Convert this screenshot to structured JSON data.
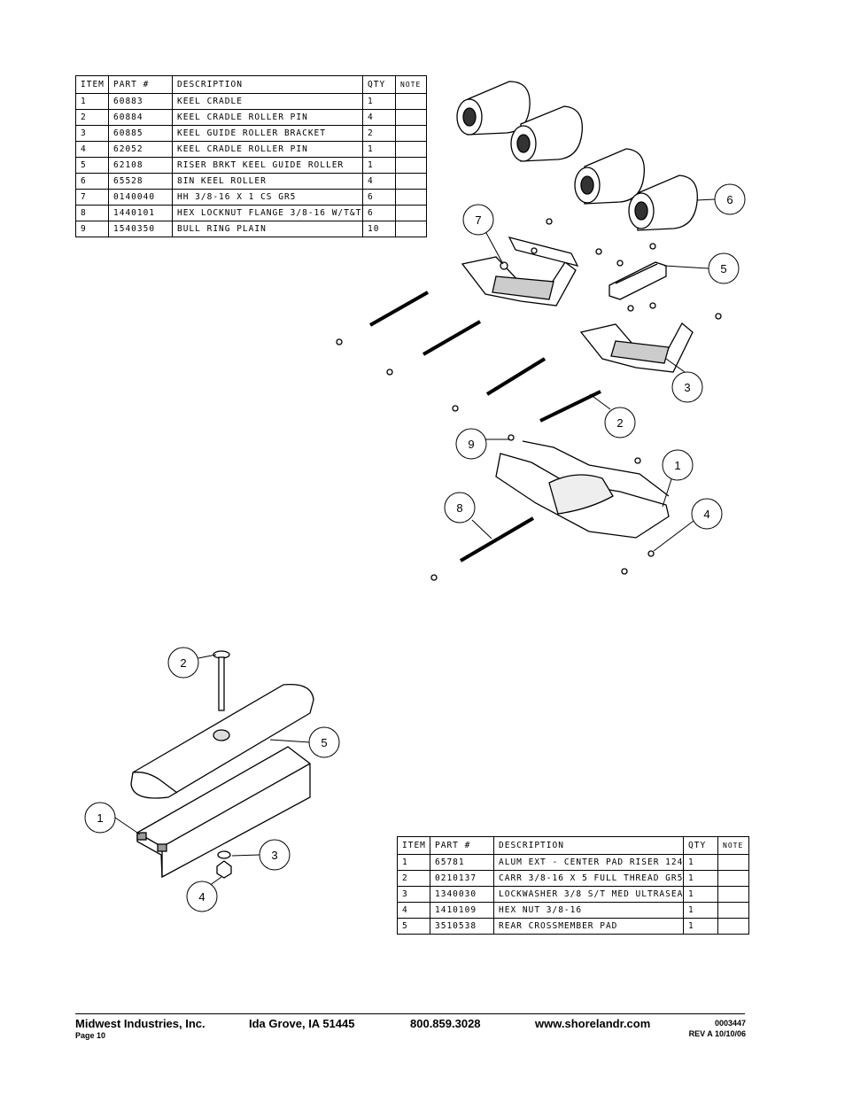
{
  "table1": {
    "headers": [
      "ITEM",
      "PART #",
      "DESCRIPTION",
      "QTY",
      "NOTE"
    ],
    "rows": [
      [
        "1",
        "60883",
        "KEEL CRADLE",
        "1",
        ""
      ],
      [
        "2",
        "60884",
        "KEEL CRADLE ROLLER PIN",
        "4",
        ""
      ],
      [
        "3",
        "60885",
        "KEEL GUIDE ROLLER BRACKET",
        "2",
        ""
      ],
      [
        "4",
        "62052",
        "KEEL CRADLE ROLLER PIN",
        "1",
        ""
      ],
      [
        "5",
        "62108",
        "RISER BRKT KEEL GUIDE ROLLER",
        "1",
        ""
      ],
      [
        "6",
        "65528",
        "8IN KEEL ROLLER",
        "4",
        ""
      ],
      [
        "7",
        "0140040",
        "HH 3/8-16 X 1 CS GR5",
        "6",
        ""
      ],
      [
        "8",
        "1440101",
        "HEX LOCKNUT FLANGE 3/8-16 W/T&T",
        "6",
        ""
      ],
      [
        "9",
        "1540350",
        "BULL RING PLAIN",
        "10",
        ""
      ]
    ]
  },
  "table2": {
    "headers": [
      "ITEM",
      "PART #",
      "DESCRIPTION",
      "QTY",
      "NOTE"
    ],
    "rows": [
      [
        "1",
        "65781",
        "ALUM EXT - CENTER PAD RISER 124",
        "1",
        ""
      ],
      [
        "2",
        "0210137",
        "CARR 3/8-16 X 5 FULL THREAD GR5",
        "1",
        ""
      ],
      [
        "3",
        "1340030",
        "LOCKWASHER 3/8 S/T MED ULTRASEAL",
        "1",
        ""
      ],
      [
        "4",
        "1410109",
        "HEX NUT 3/8-16",
        "1",
        ""
      ],
      [
        "5",
        "3510538",
        "REAR CROSSMEMBER PAD",
        "1",
        ""
      ]
    ]
  },
  "diagram1": {
    "callouts": [
      "7",
      "6",
      "5",
      "3",
      "2",
      "9",
      "1",
      "4",
      "8"
    ]
  },
  "diagram2": {
    "callouts": [
      "2",
      "5",
      "1",
      "3",
      "4"
    ]
  },
  "footer": {
    "company": "Midwest Industries, Inc.",
    "city": "Ida Grove, IA  51445",
    "phone": "800.859.3028",
    "website": "www.shorelandr.com",
    "doc_number": "0003447",
    "page": "Page 10",
    "revision": "REV A  10/10/06"
  }
}
